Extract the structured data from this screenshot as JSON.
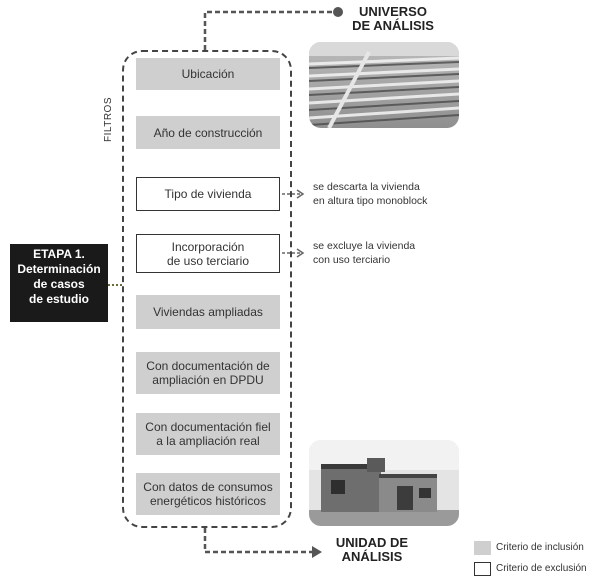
{
  "diagram": {
    "universe_label": "UNIVERSO\nDE ANÁLISIS",
    "unit_label": "UNIDAD DE\nANÁLISIS",
    "filters_label": "FILTROS",
    "stage_label": "ETAPA 1.\nDeterminación\nde casos\nde estudio",
    "steps": [
      {
        "label": "Ubicación",
        "type": "inclusion"
      },
      {
        "label": "Año de construcción",
        "type": "inclusion"
      },
      {
        "label": "Tipo de vivienda",
        "type": "exclusion"
      },
      {
        "label": "Incorporación\nde uso terciario",
        "type": "exclusion"
      },
      {
        "label": "Viviendas ampliadas",
        "type": "inclusion"
      },
      {
        "label": "Con documentación de\nampliación en DPDU",
        "type": "inclusion"
      },
      {
        "label": "Con documentación fiel\na la ampliación real",
        "type": "inclusion"
      },
      {
        "label": "Con datos de consumos\nenergéticos históricos",
        "type": "inclusion"
      }
    ],
    "exclusion_notes": [
      "se descarta la vivienda\nen altura tipo monoblock",
      "se excluye la vivienda\ncon uso terciario"
    ],
    "legend": {
      "inclusion_label": "Criterio de inclusión",
      "exclusion_label": "Criterio de exclusión"
    }
  },
  "colors": {
    "inclusion_fill": "#cfcfcf",
    "exclusion_fill": "#ffffff",
    "stage_fill": "#1a1a1a",
    "connector": "#555555",
    "dotted_connector": "#6b6b3a"
  }
}
